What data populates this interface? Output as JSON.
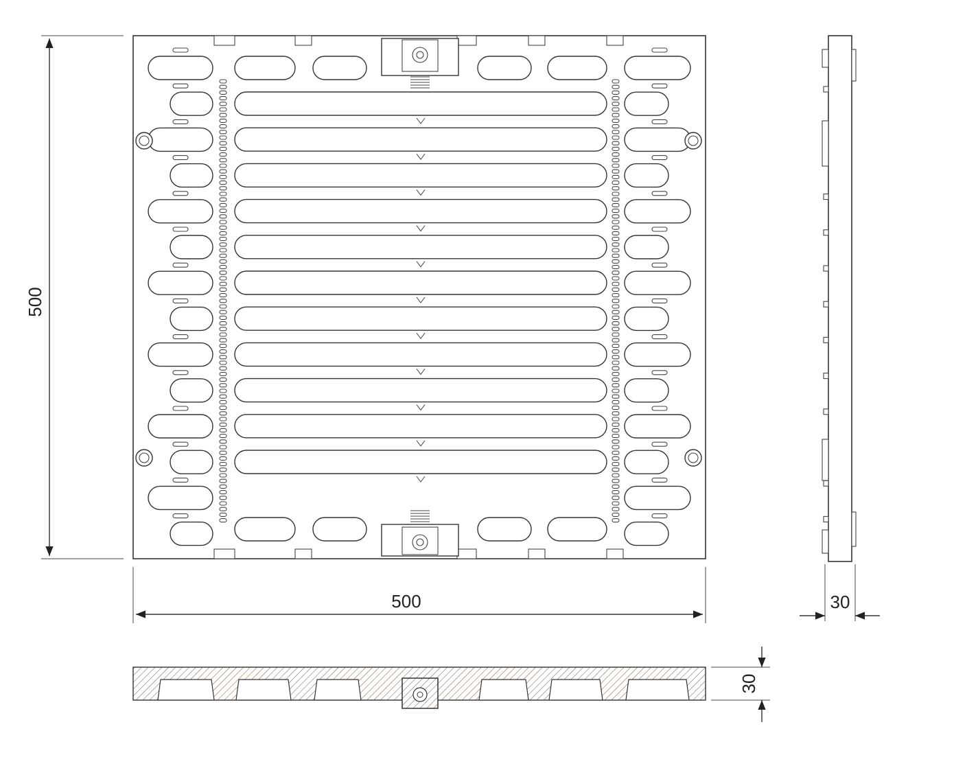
{
  "drawing": {
    "top_view": {
      "height_label": "500",
      "width_label": "500"
    },
    "side_view": {
      "thickness_label": "30"
    },
    "section_view": {
      "thickness_label": "30"
    }
  }
}
